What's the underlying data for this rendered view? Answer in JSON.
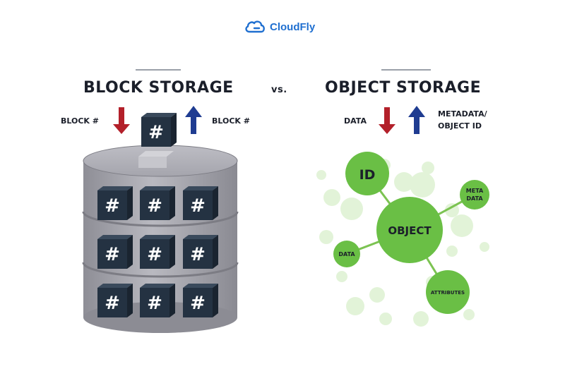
{
  "brand": {
    "name": "CloudFly",
    "icon": "cloud-icon",
    "color": "#1f6fd0"
  },
  "titles": {
    "left": "BLOCK STORAGE",
    "vs": "vs.",
    "right": "OBJECT STORAGE"
  },
  "block_side": {
    "label_left": "BLOCK #",
    "label_right": "BLOCK #",
    "block_symbol": "#",
    "arrow_down_color": "#b3202a",
    "arrow_up_color": "#1f3c91"
  },
  "object_side": {
    "label_data": "DATA",
    "label_meta_line1": "METADATA/",
    "label_meta_line2": "OBJECT ID",
    "nodes": {
      "center": "OBJECT",
      "id": "ID",
      "meta_line1": "META",
      "meta_line2": "DATA",
      "data": "DATA",
      "attributes": "ATTRIBUTES"
    },
    "green": "#6abf45"
  }
}
